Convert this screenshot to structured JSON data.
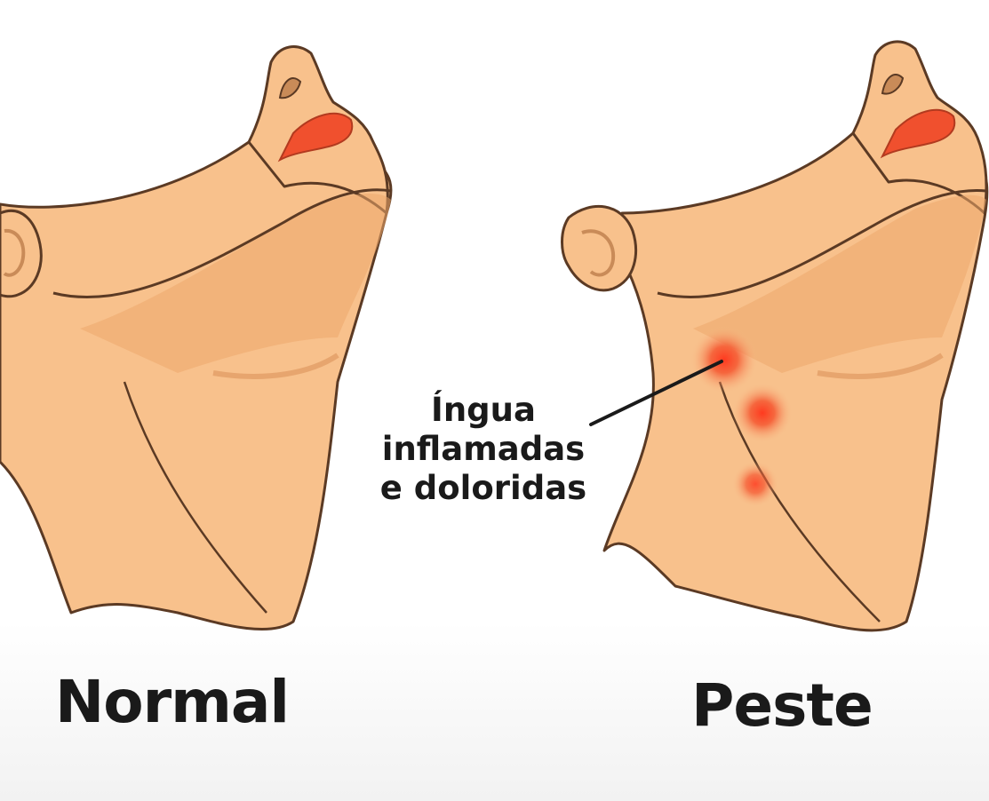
{
  "panels": [
    {
      "id": "normal",
      "label": "Normal"
    },
    {
      "id": "peste",
      "label": "Peste"
    }
  ],
  "callout": {
    "lines": [
      "Íngua",
      "inflamadas",
      "e doloridas"
    ]
  },
  "colors": {
    "skin": "#f8c18c",
    "skin_shadow": "#eda76c",
    "outline": "#5b3a24",
    "lips": "#f0502e",
    "inflammation": "#f23a1f",
    "text": "#1a1a1a",
    "background": "#ffffff"
  },
  "icons": [
    "normal-neck-illustration",
    "inflamed-neck-illustration",
    "swollen-lymph-node-icon",
    "callout-leader-line"
  ]
}
